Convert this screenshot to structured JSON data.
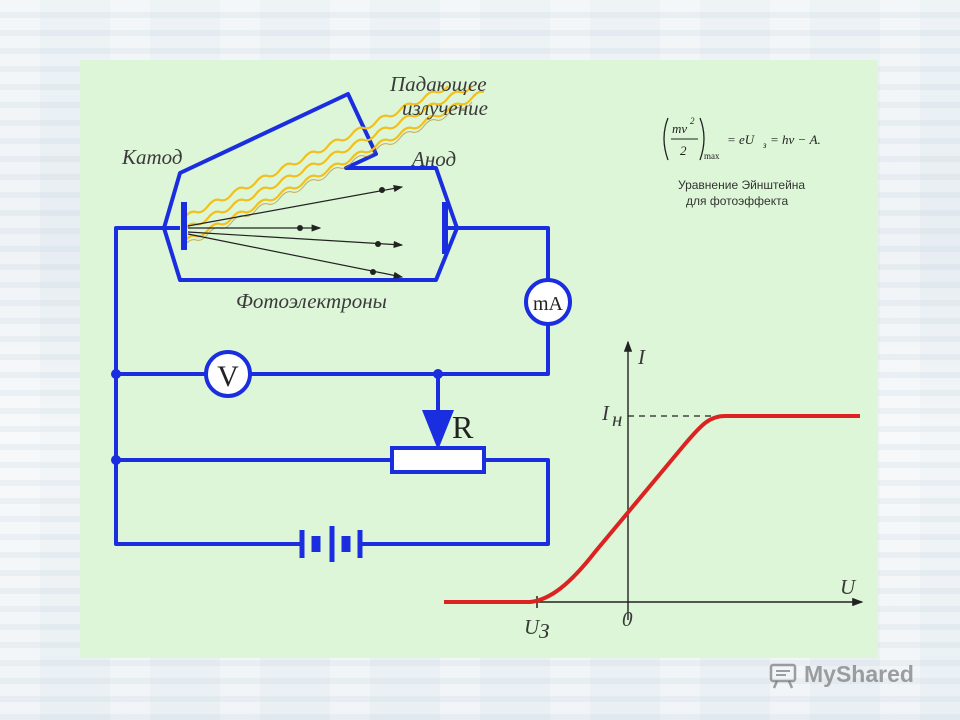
{
  "labels": {
    "incident": [
      "Падающее",
      "излучение"
    ],
    "cathode": "Катод",
    "anode": "Анод",
    "photoelectrons": "Фотоэлектроны",
    "milliammeter": "mA",
    "voltmeter": "V",
    "resistor": "R"
  },
  "equation": {
    "numerator_base": "mv",
    "numerator_exp": "2",
    "denominator": "2",
    "max_sub": "max",
    "rhs_e": "= eU",
    "rhs_sub": "з",
    "rhs_rest": "= hν − A.",
    "caption_line1": "Уравнение Эйнштейна",
    "caption_line2": "для фотоэффекта"
  },
  "graph": {
    "y_axis": "I",
    "x_axis": "U",
    "saturation": "I",
    "saturation_sub": "н",
    "stop_voltage": "U",
    "stop_voltage_sub": "З",
    "origin": "0"
  },
  "watermark": "MyShared",
  "colors": {
    "panel": "#dcf6d7",
    "circuit": "#1a2ee0",
    "curve": "#dd2222",
    "tube": "#1a2ee0"
  }
}
